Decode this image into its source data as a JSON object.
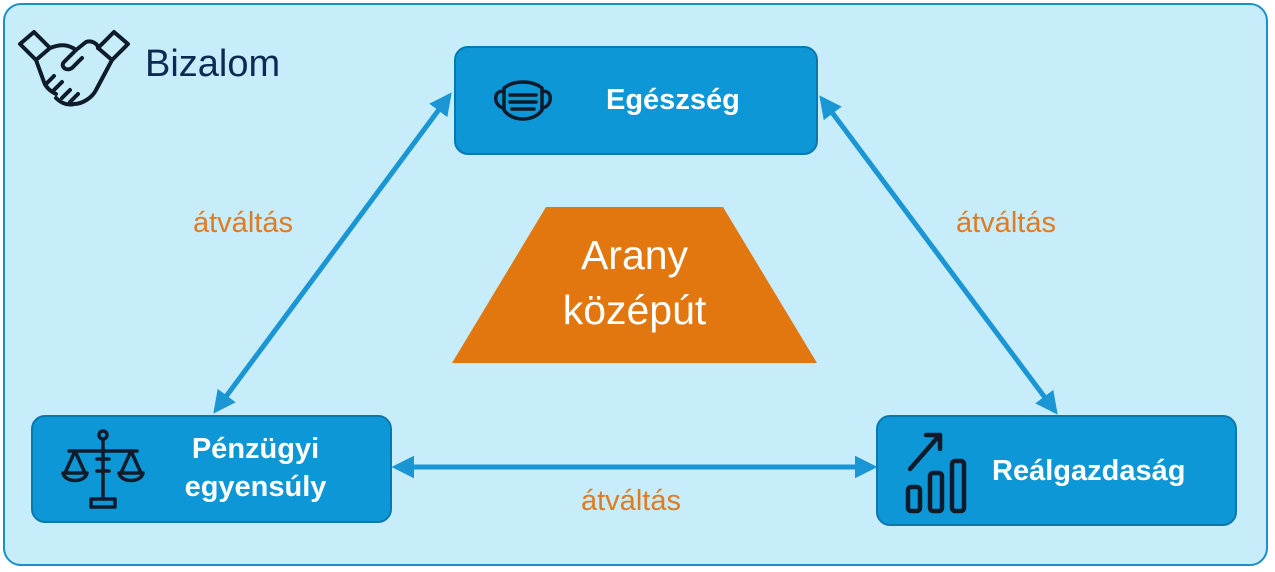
{
  "title": "Bizalom",
  "nodes": {
    "health": "Egészség",
    "finance_line1": "Pénzügyi",
    "finance_line2": "egyensúly",
    "economy": "Reálgazdaság"
  },
  "tradeoff_label": "átváltás",
  "center": {
    "line1": "Arany",
    "line2": "középút"
  },
  "colors": {
    "background": "#c7ecfa",
    "box": "#0e97d6",
    "arrow": "#1a96d4",
    "tradeoff_text": "#e07b22",
    "trapezoid": "#e2770f"
  },
  "icons": [
    "handshake-icon",
    "face-mask-icon",
    "scales-icon",
    "chart-growth-icon"
  ]
}
